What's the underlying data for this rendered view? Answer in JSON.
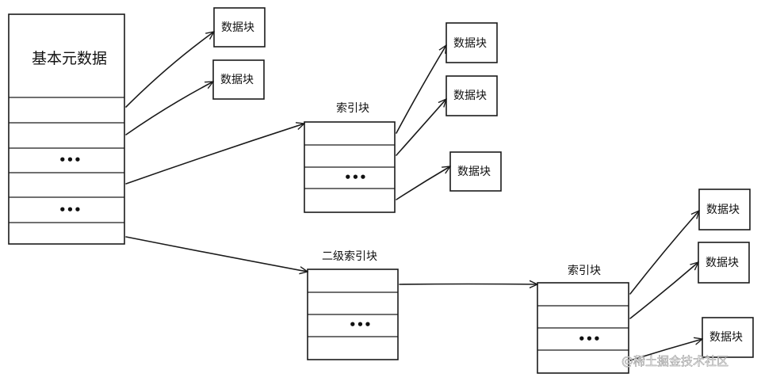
{
  "inode": {
    "title": "基本元数据",
    "rows": [
      "",
      "",
      "•••",
      "",
      "•••",
      ""
    ]
  },
  "data_blocks": {
    "d1": "数据块",
    "d2": "数据块",
    "d3": "数据块",
    "d4": "数据块",
    "d5": "数据块",
    "d6": "数据块",
    "d7": "数据块",
    "d8": "数据块"
  },
  "index_block_1": {
    "label": "索引块",
    "rows": [
      "",
      "",
      "•••",
      ""
    ]
  },
  "double_index_block": {
    "label": "二级索引块",
    "rows": [
      "",
      "",
      "•••",
      ""
    ]
  },
  "index_block_2": {
    "label": "索引块",
    "rows": [
      "",
      "",
      "•••",
      ""
    ]
  },
  "watermark": "@稀土掘金技术社区"
}
